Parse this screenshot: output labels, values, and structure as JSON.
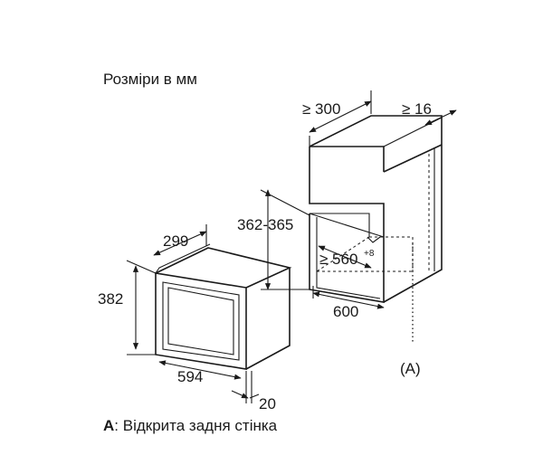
{
  "title": "Розміри в мм",
  "dimensions": {
    "niche_depth": "≥ 300",
    "gap_rear": "≥ 16",
    "niche_height": "362-365",
    "niche_width": "≥ 560",
    "niche_width_tolerance": "+8",
    "cabinet_width": "600",
    "oven_depth": "299",
    "oven_height": "382",
    "oven_width": "594",
    "door_depth": "20"
  },
  "marker": "(A)",
  "legend": {
    "key": "A",
    "text": ": Відкрита задня стінка"
  }
}
